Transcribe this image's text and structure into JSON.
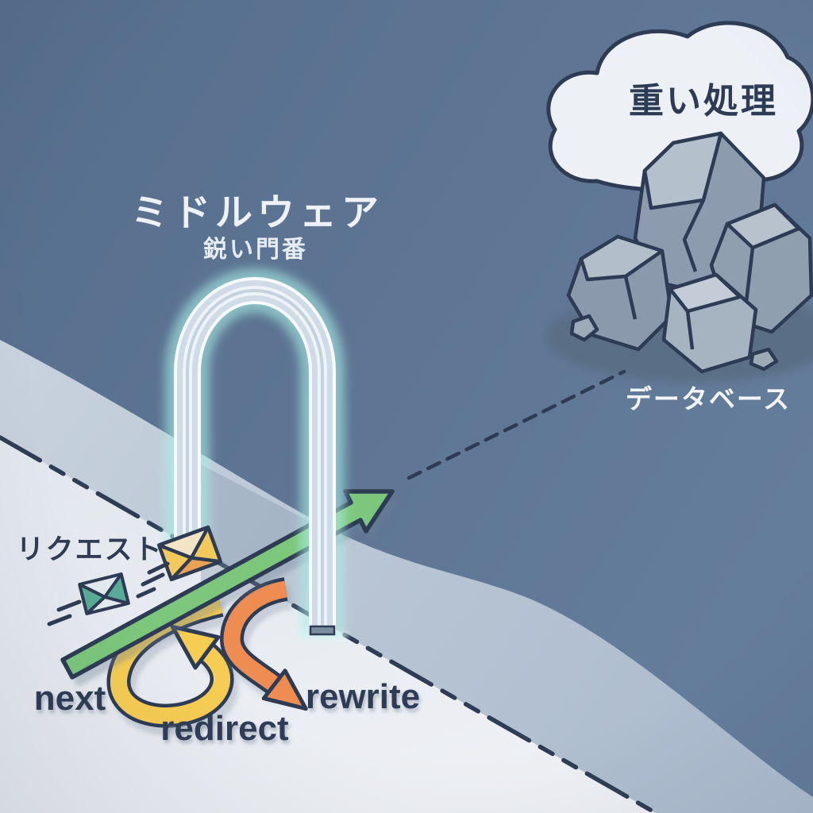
{
  "labels": {
    "title": "ミドルウェア",
    "subtitle": "鋭い門番",
    "cloud_label": "重い処理",
    "database_label": "データベース",
    "request_label": "リクエスト",
    "action_next": "next",
    "action_redirect": "redirect",
    "action_rewrite": "rewrite"
  },
  "colors": {
    "background_blue": "#5e7694",
    "wall_band": "#bac6d4",
    "floor": "#e9ecf1",
    "outline_navy": "#2d3b54",
    "arrow_green": "#7cc77b",
    "arrow_yellow": "#f6cd52",
    "arrow_orange": "#ee8c51",
    "gate_glow": "#b9f0e9",
    "gate_body": "#d5e0ea",
    "cloud_fill": "#edf1f6",
    "rock_gray": "#8c9cae",
    "envelope_yellow": "#f4c95c",
    "envelope_orange": "#e9a254",
    "envelope_teal": "#58ab94"
  }
}
